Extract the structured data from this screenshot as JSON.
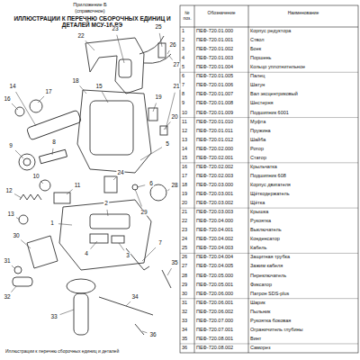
{
  "diagram": {
    "title": "ИЛЛЮСТРАЦИИ К ПЕРЕЧНЮ СБОРОЧНЫХ ЕДИНИЦ И ДЕТАЛЕЙ МСУ-16-РЭ",
    "labels": [
      "Приложение Б",
      "(справочное)",
      "№ поз.",
      "Обозначение",
      "Наименование",
      "1",
      "ПЕФ-720.01.000",
      "Корпус редуктора",
      "2",
      "ПЕФ-720.01.001",
      "Ствол",
      "3",
      "ПЕФ-720.01.002",
      "Боек",
      "4",
      "ПЕФ-720.01.003",
      "Поршень",
      "5",
      "ПЕФ-720.01.004",
      "Кольцо уплотнительное",
      "6",
      "ПЕФ-720.01.005",
      "Палец",
      "7",
      "ПЕФ-720.01.006",
      "Шатун",
      "8",
      "ПЕФ-720.01.007",
      "Вал эксцентриковый",
      "9",
      "ПЕФ-720.01.008",
      "Шестерня",
      "10",
      "ПЕФ-720.01.009",
      "Подшипник 6001",
      "11",
      "ПЕФ-720.01.010",
      "Муфта",
      "12",
      "ПЕФ-720.01.011",
      "Пружина",
      "13",
      "ПЕФ-720.01.012",
      "Шайба",
      "14",
      "ПЕФ-720.02.000",
      "Ротор",
      "15",
      "ПЕФ-720.02.001",
      "Статор",
      "16",
      "ПЕФ-720.02.002",
      "Крыльчатка",
      "17",
      "ПЕФ-720.02.003",
      "Подшипник 608",
      "18",
      "ПЕФ-720.03.000",
      "Корпус двигателя",
      "19",
      "ПЕФ-720.03.001",
      "Щёткодержатель",
      "20",
      "ПЕФ-720.03.002",
      "Щётка",
      "21",
      "ПЕФ-720.03.003",
      "Крышка",
      "22",
      "ПЕФ-720.04.000",
      "Рукоятка",
      "23",
      "ПЕФ-720.04.001",
      "Выключатель",
      "24",
      "ПЕФ-720.04.002",
      "Конденсатор",
      "25",
      "ПЕФ-720.04.003",
      "Кабель",
      "26",
      "ПЕФ-720.04.004",
      "Защитная трубка",
      "27",
      "ПЕФ-720.04.005",
      "Зажим кабеля",
      "28",
      "ПЕФ-720.05.000",
      "Переключатель",
      "29",
      "ПЕФ-720.05.001",
      "Фиксатор",
      "30",
      "ПЕФ-720.06.000",
      "Патрон SDS-plus",
      "31",
      "ПЕФ-720.06.001",
      "Шарик",
      "32",
      "ПЕФ-720.06.002",
      "Пыльник",
      "33",
      "ПЕФ-720.07.000",
      "Рукоятка боковая",
      "34",
      "ПЕФ-720.07.001",
      "Ограничитель глубины",
      "35",
      "ПЕФ-720.08.001",
      "Винт",
      "36",
      "ПЕФ-720.08.002",
      "Саморез",
      "22",
      "23",
      "25",
      "26",
      "27",
      "21",
      "19",
      "20",
      "18",
      "15",
      "14",
      "16",
      "17",
      "9",
      "8",
      "10",
      "11",
      "12",
      "13",
      "7",
      "4",
      "3",
      "2",
      "5",
      "1",
      "28",
      "29",
      "30",
      "31",
      "32",
      "33",
      "34",
      "35",
      "36",
      "24",
      "6",
      "Иллюстрации к перечню сборочных единиц и деталей"
    ]
  }
}
